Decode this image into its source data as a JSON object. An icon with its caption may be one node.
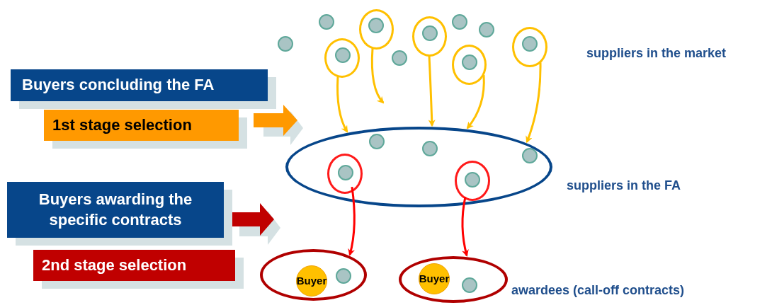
{
  "diagram": {
    "nodes": [
      {
        "text": [
          "Buyers concluding the FA"
        ]
      },
      {
        "text": [
          "1st stage selection"
        ]
      },
      {
        "text": [
          "Buyers awarding the specific contracts"
        ]
      },
      {
        "text": [
          "2nd stage selection"
        ]
      },
      {
        "text": [],
        "shape": "ellipse"
      },
      {
        "text": [],
        "shape": "ellipse"
      },
      {
        "text": [],
        "shape": "ellipse"
      },
      {
        "text": [],
        "shape": "ellipse"
      },
      {
        "text": [],
        "shape": "ellipse"
      },
      {
        "text": [],
        "shape": "ellipse"
      },
      {
        "text": [],
        "shape": "ellipse",
        "in": 9
      },
      {
        "text": [],
        "shape": "ellipse",
        "in": 9
      },
      {
        "text": [],
        "shape": "ellipse"
      },
      {
        "text": [
          "Buyer"
        ],
        "in": 12
      },
      {
        "text": [],
        "shape": "ellipse"
      },
      {
        "text": [
          "Buyer"
        ],
        "in": 14
      }
    ],
    "edges": [
      {
        "from": 4,
        "to": 9,
        "arrow": "to"
      },
      {
        "from": 5,
        "to": null,
        "arrow": "to"
      },
      {
        "from": 6,
        "to": 9,
        "arrow": "to"
      },
      {
        "from": 7,
        "to": 9,
        "arrow": "to"
      },
      {
        "from": 8,
        "to": 9,
        "arrow": "to"
      },
      {
        "from": 10,
        "to": 12,
        "arrow": "to",
        "color": "#ff0000"
      },
      {
        "from": 11,
        "to": 14,
        "arrow": "to",
        "color": "#ff0000"
      }
    ],
    "labels": [
      "suppliers in the market",
      "suppliers in the FA",
      "awardees (call-off contracts)"
    ]
  }
}
